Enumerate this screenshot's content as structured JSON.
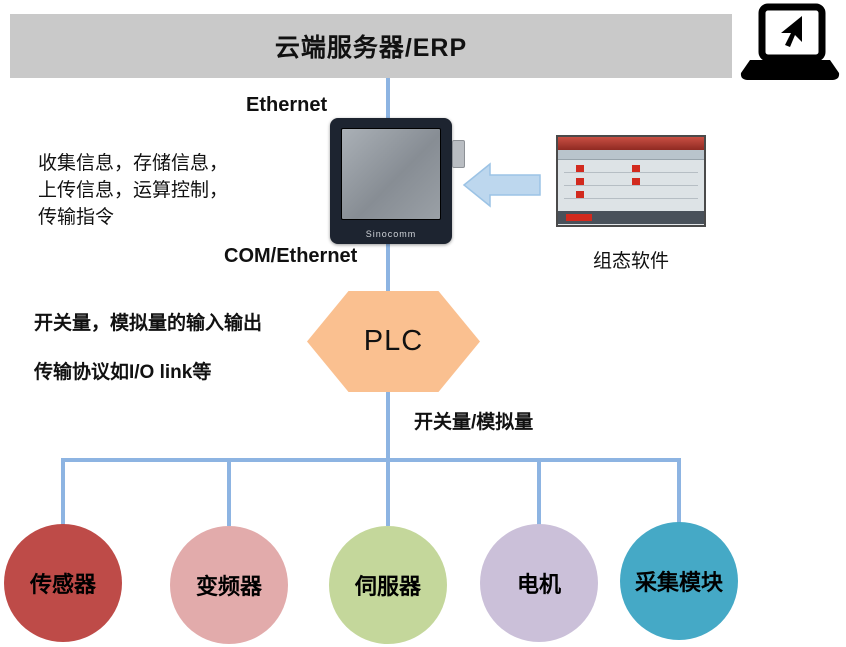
{
  "banner": {
    "title": "云端服务器/ERP"
  },
  "connections": {
    "ethernet_label": "Ethernet",
    "com_ethernet_label": "COM/Ethernet",
    "signal_label": "开关量/模拟量"
  },
  "hmi": {
    "brand": "Sinocomm",
    "notes": {
      "line1": "收集信息，存储信息，",
      "line2": "上传信息，运算控制，",
      "line3": "传输指令"
    }
  },
  "scada": {
    "label": "组态软件"
  },
  "plc": {
    "label": "PLC",
    "note_io": "开关量，模拟量的输入输出",
    "note_protocol": "传输协议如I/O link等",
    "fill": "#FAC090"
  },
  "devices": [
    {
      "label": "传感器",
      "color": "#BE4B48"
    },
    {
      "label": "变频器",
      "color": "#E2ABAB"
    },
    {
      "label": "伺服器",
      "color": "#C4D79B"
    },
    {
      "label": "电机",
      "color": "#CBC0D9"
    },
    {
      "label": "采集模块",
      "color": "#45A9C6"
    }
  ],
  "colors": {
    "banner_bg": "#C9C9C9",
    "connector": "#8DB4E2",
    "arrow_fill": "#BDD7EE",
    "arrow_stroke": "#9CC3E5"
  }
}
